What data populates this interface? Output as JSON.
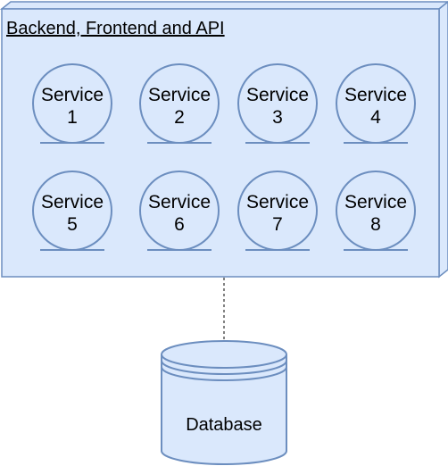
{
  "node": {
    "title": "Backend, Frontend and API"
  },
  "services": [
    {
      "line1": "Service",
      "line2": "1"
    },
    {
      "line1": "Service",
      "line2": "2"
    },
    {
      "line1": "Service",
      "line2": "3"
    },
    {
      "line1": "Service",
      "line2": "4"
    },
    {
      "line1": "Service",
      "line2": "5"
    },
    {
      "line1": "Service",
      "line2": "6"
    },
    {
      "line1": "Service",
      "line2": "7"
    },
    {
      "line1": "Service",
      "line2": "8"
    }
  ],
  "database": {
    "label": "Database"
  },
  "colors": {
    "fill": "#dae8fc",
    "stroke": "#6c8ebf",
    "connector": "#000000"
  }
}
